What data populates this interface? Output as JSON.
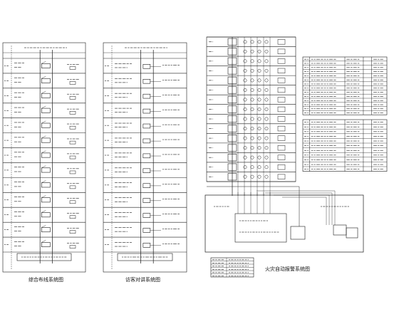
{
  "drawing": {
    "panels": [
      {
        "id": "integrated-wiring",
        "caption": "综合布线系统图",
        "floor_count": 13
      },
      {
        "id": "visitor-intercom",
        "caption": "访客对讲系统图",
        "floor_count": 13
      },
      {
        "id": "fire-alarm",
        "caption": "火灾自动报警系统图",
        "floor_count": 15
      }
    ],
    "legend_tables": [
      {
        "id": "legend-top",
        "row_count": 14
      },
      {
        "id": "legend-bottom",
        "row_count": 11
      }
    ],
    "colors": {
      "line": "#1a1a1a",
      "background": "#ffffff"
    }
  }
}
